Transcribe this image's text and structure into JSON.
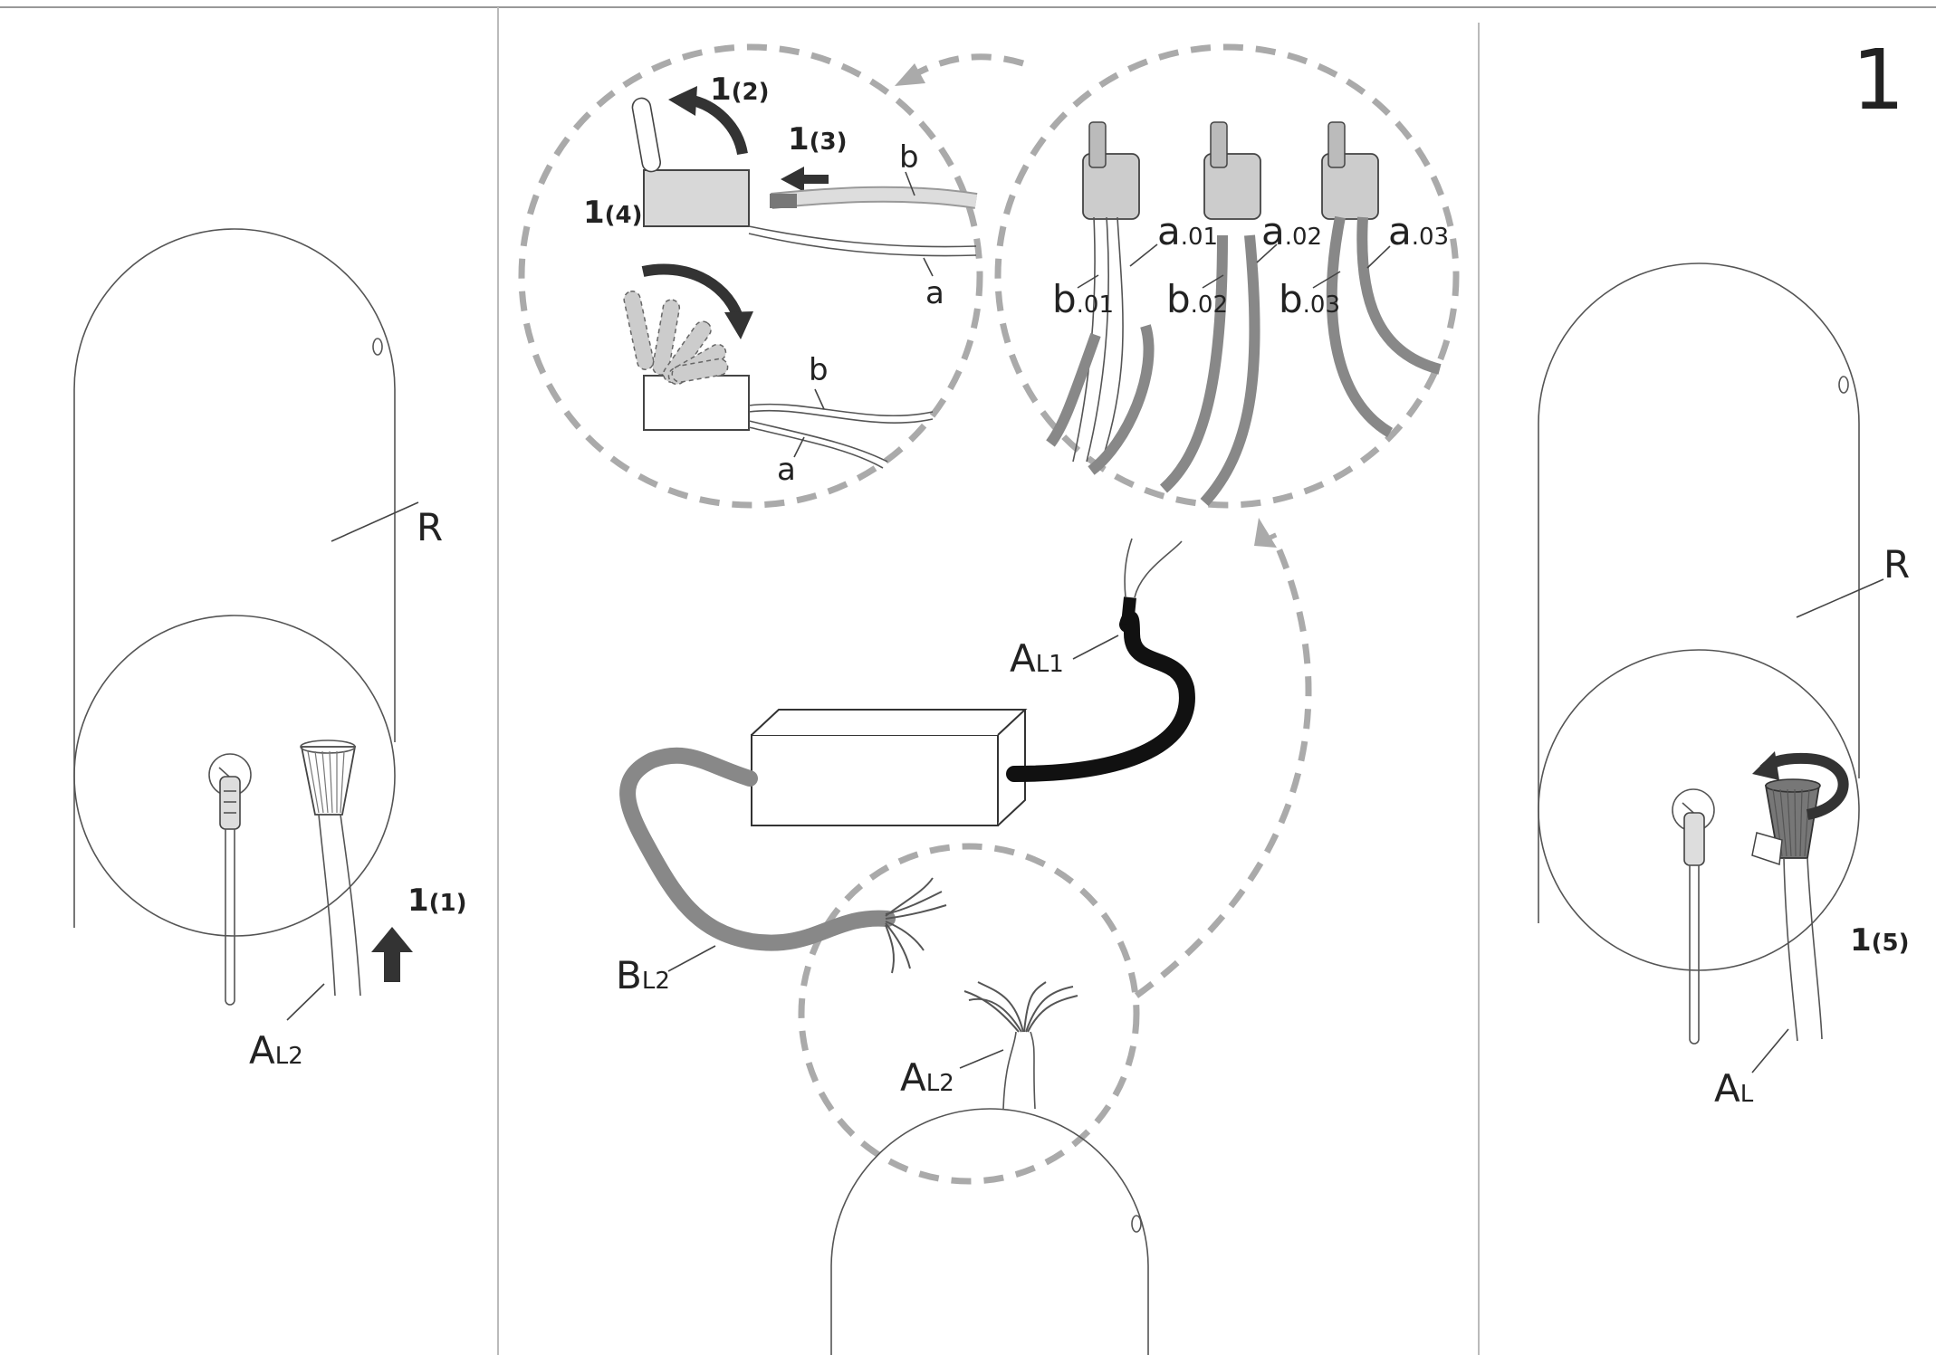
{
  "page_number": "1",
  "panels": {
    "left": {
      "body_label": "R",
      "cable_label": {
        "main": "A",
        "sub": "L2"
      },
      "step": {
        "main": "1",
        "sub": "(1)"
      }
    },
    "middle": {
      "detail_steps": [
        {
          "main": "1",
          "sub": "(2)"
        },
        {
          "main": "1",
          "sub": "(3)"
        },
        {
          "main": "1",
          "sub": "(4)"
        }
      ],
      "wire_labels": {
        "b_top": "b",
        "a_top": "a",
        "b_bottom": "b",
        "a_bottom": "a"
      },
      "connector_labels": [
        {
          "main": "a",
          "sub": ".01"
        },
        {
          "main": "b",
          "sub": ".01"
        },
        {
          "main": "a",
          "sub": ".02"
        },
        {
          "main": "b",
          "sub": ".02"
        },
        {
          "main": "a",
          "sub": ".03"
        },
        {
          "main": "b",
          "sub": ".03"
        }
      ],
      "driver_input_label": {
        "main": "A",
        "sub": "L1"
      },
      "driver_output_label": {
        "main": "B",
        "sub": "L2"
      },
      "lamp_cable_label": {
        "main": "A",
        "sub": "L2"
      }
    },
    "right": {
      "body_label": "R",
      "cable_label": {
        "main": "A",
        "sub": "L"
      },
      "step": {
        "main": "1",
        "sub": "(5)"
      }
    }
  },
  "colors": {
    "line": "#555555",
    "dashed_circle": "#aaaaaa",
    "arrow": "#333333",
    "black_cable": "#111111",
    "grey_cable": "#888888"
  }
}
